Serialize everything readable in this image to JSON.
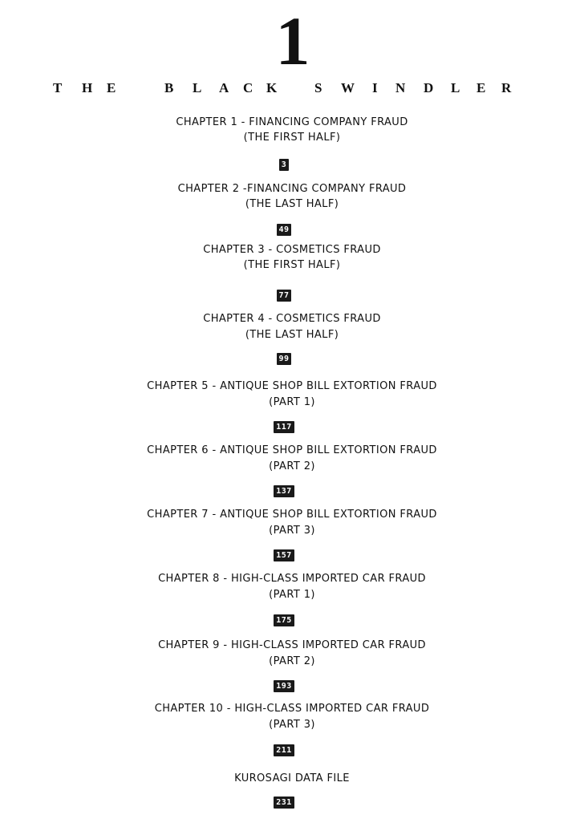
{
  "volume": {
    "number": "1"
  },
  "series": {
    "title_letters": [
      "T",
      "H",
      "E",
      "B",
      "L",
      "A",
      "C",
      "K",
      "S",
      "W",
      "I",
      "N",
      "D",
      "L",
      "E",
      "R"
    ]
  },
  "toc": {
    "entries": [
      {
        "title_line1": "CHAPTER 1 - FINANCING COMPANY FRAUD",
        "title_line2": "(THE FIRST HALF)",
        "page": "3"
      },
      {
        "title_line1": "CHAPTER 2 -FINANCING COMPANY FRAUD",
        "title_line2": "(THE LAST HALF)",
        "page": "49"
      },
      {
        "title_line1": "CHAPTER 3 - COSMETICS FRAUD",
        "title_line2": "(THE FIRST HALF)",
        "page": "77"
      },
      {
        "title_line1": "CHAPTER 4 - COSMETICS FRAUD",
        "title_line2": "(THE LAST HALF)",
        "page": "99"
      },
      {
        "title_line1": "CHAPTER 5 - ANTIQUE SHOP BILL EXTORTION FRAUD",
        "title_line2": "(PART 1)",
        "page": "117"
      },
      {
        "title_line1": "CHAPTER 6 - ANTIQUE SHOP BILL EXTORTION FRAUD",
        "title_line2": "(PART 2)",
        "page": "137"
      },
      {
        "title_line1": "CHAPTER 7 - ANTIQUE SHOP BILL EXTORTION FRAUD",
        "title_line2": "(PART 3)",
        "page": "157"
      },
      {
        "title_line1": "CHAPTER 8 - HIGH-CLASS IMPORTED CAR FRAUD",
        "title_line2": "(PART 1)",
        "page": "175"
      },
      {
        "title_line1": "CHAPTER 9 - HIGH-CLASS IMPORTED CAR FRAUD",
        "title_line2": "(PART 2)",
        "page": "193"
      },
      {
        "title_line1": "CHAPTER 10 - HIGH-CLASS IMPORTED CAR FRAUD",
        "title_line2": "(PART 3)",
        "page": "211"
      },
      {
        "title_line1": "KUROSAGI DATA FILE",
        "title_line2": "",
        "page": "231"
      }
    ]
  }
}
